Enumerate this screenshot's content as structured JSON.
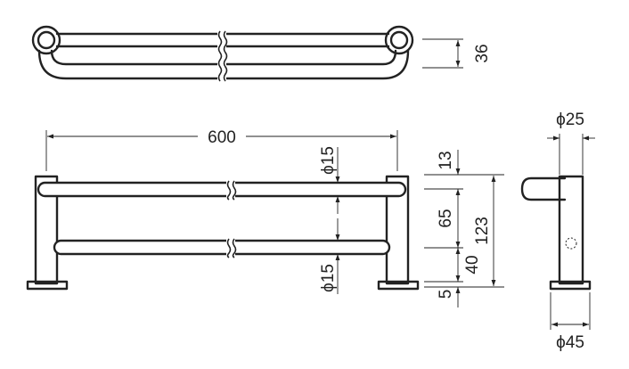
{
  "dimensions": {
    "depth": "36",
    "length": "600",
    "bar_dia_top": "ϕ15",
    "bar_dia_bottom": "ϕ15",
    "top_offset": "13",
    "bar_spacing": "65",
    "total_height": "123",
    "lower_height": "40",
    "base_thickness": "5",
    "bar_end_dia": "ϕ25",
    "base_dia": "ϕ45"
  }
}
